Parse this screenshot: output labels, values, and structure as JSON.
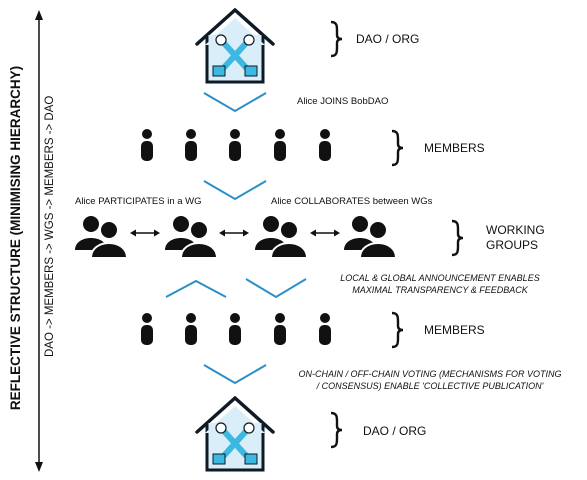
{
  "side": {
    "title": "REFLECTIVE STRUCTURE (MINIMISING HIERARCHY)",
    "flow": "DAO -> MEMBERS -> WGS -> MEMBERS -> DAO"
  },
  "levels": {
    "dao_top": "DAO / ORG",
    "members_top": "MEMBERS",
    "wg_line1": "WORKING",
    "wg_line2": "GROUPS",
    "members_bottom": "MEMBERS",
    "dao_bottom": "DAO / ORG"
  },
  "notes": {
    "joins": "Alice JOINS BobDAO",
    "participates": "Alice PARTICIPATES in a WG",
    "collaborates": "Alice COLLABORATES between WGs",
    "announce_line1": "LOCAL & GLOBAL ANNOUNCEMENT ENABLES",
    "announce_line2": "MAXIMAL TRANSPARENCY & FEEDBACK",
    "voting_line1": "ON-CHAIN / OFF-CHAIN VOTING (MECHANISMS FOR VOTING",
    "voting_line2": "/ CONSENSUS) ENABLE 'COLLECTIVE PUBLICATION'"
  },
  "colors": {
    "accent": "#2a8fc9",
    "house_fill": "#d9eef8",
    "tool": "#3db8e0",
    "ink": "#111111"
  },
  "icons": {
    "house": "house-with-tools-icon",
    "member": "person-icon",
    "group": "group-of-people-icon",
    "brace": "curly-brace-icon",
    "arrow": "double-arrow-icon",
    "chevron": "chevron-down-icon"
  }
}
